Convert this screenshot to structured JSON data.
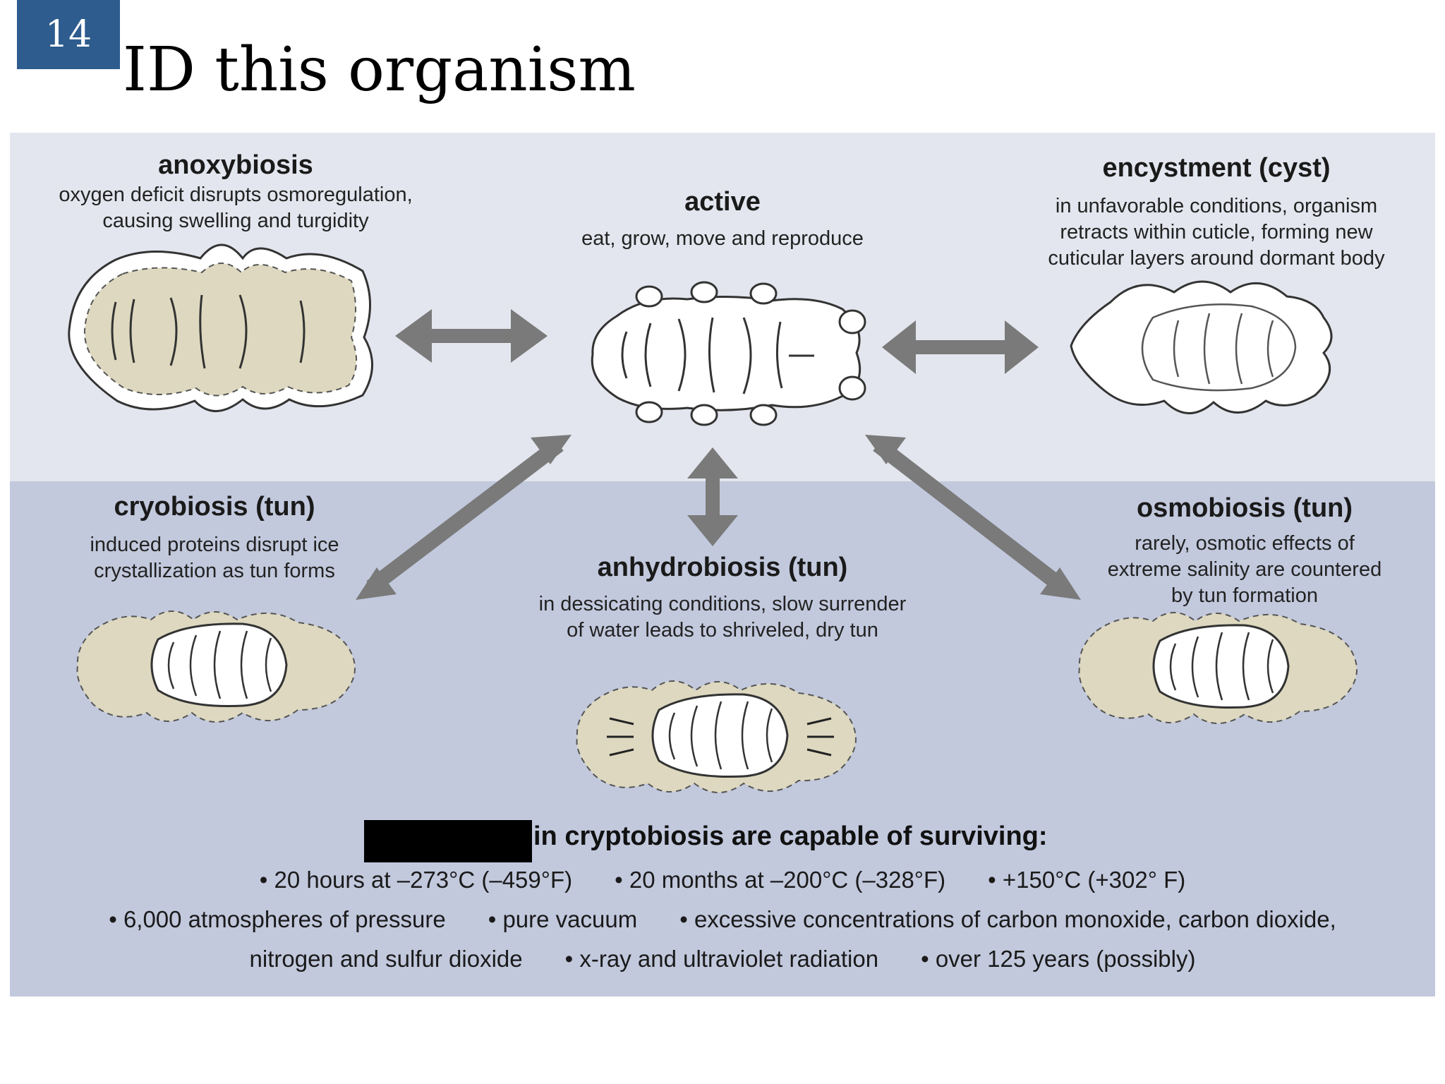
{
  "slide": {
    "number": "14",
    "title": "ID this organism"
  },
  "stages": {
    "anoxybiosis": {
      "name": "anoxybiosis",
      "desc": [
        "oxygen deficit disrupts osmoregulation,",
        "causing swelling and turgidity"
      ]
    },
    "active": {
      "name": "active",
      "desc": [
        "eat, grow, move and reproduce"
      ]
    },
    "encystment": {
      "name": "encystment (cyst)",
      "desc": [
        "in unfavorable conditions, organism",
        "retracts within cuticle, forming new",
        "cuticular layers around dormant body"
      ]
    },
    "cryobiosis": {
      "name": "cryobiosis (tun)",
      "desc": [
        "induced proteins disrupt ice",
        "crystallization as tun forms"
      ]
    },
    "anhydrobiosis": {
      "name": "anhydrobiosis (tun)",
      "desc": [
        "in dessicating conditions, slow surrender",
        "of water leads to shriveled, dry tun"
      ]
    },
    "osmobiosis": {
      "name": "osmobiosis (tun)",
      "desc": [
        "rarely, osmotic effects of",
        "extreme salinity are countered",
        "by tun formation"
      ]
    }
  },
  "facts": {
    "title": "in cryptobiosis are capable of surviving:",
    "line1": [
      "20 hours at –273°C (–459°F)",
      "20 months at –200°C (–328°F)",
      "+150°C (+302° F)"
    ],
    "line2": [
      "6,000 atmospheres of pressure",
      "pure vacuum",
      "excessive concentrations of carbon monoxide, carbon dioxide,"
    ],
    "line3": [
      "nitrogen and sulfur dioxide",
      "x-ray and ultraviolet radiation",
      "over 125 years (possibly)"
    ]
  },
  "colors": {
    "top_band": "#e3e6ee",
    "bottom_band": "#c2c9dd",
    "tun_fill": "#ddd8bf",
    "arrow": "#7a7a7a",
    "slide_number_bg": "#2e5c8e"
  }
}
